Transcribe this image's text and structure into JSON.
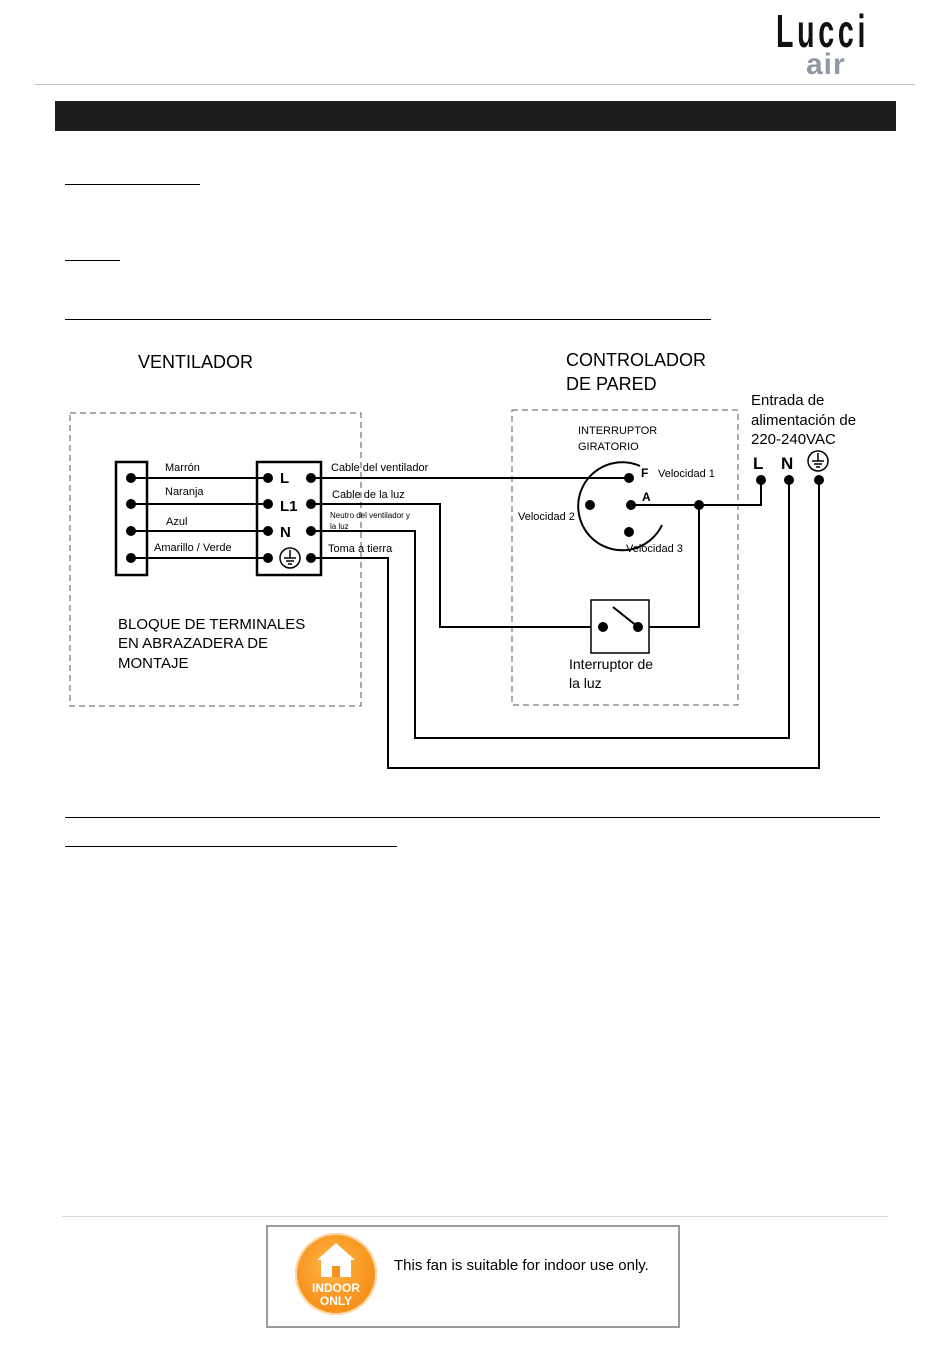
{
  "header": {
    "brand_primary": "Lucci",
    "brand_secondary": "air"
  },
  "diagram": {
    "fan_title": "VENTILADOR",
    "controller_title_line1": "CONTROLADOR",
    "controller_title_line2": "DE PARED",
    "power_in_line1": "Entrada de",
    "power_in_line2": "alimentación de",
    "power_in_line3": "220-240VAC",
    "rotary_switch_line1": "INTERRUPTOR",
    "rotary_switch_line2": "GIRATORIO",
    "wires": {
      "brown": "Marrón",
      "orange": "Naranja",
      "blue": "Azul",
      "yellow_green": "Amarillo / Verde"
    },
    "terminals": {
      "L": "L",
      "L1": "L1",
      "N": "N"
    },
    "cables": {
      "fan": "Cable del ventilador",
      "light": "Cable de la luz",
      "neutral_line1": "Neutro del ventilador y",
      "neutral_line2": "la luz",
      "ground": "Toma a tierra"
    },
    "switch_points": {
      "F": "F",
      "A": "A"
    },
    "speeds": {
      "speed1": "Velocidad 1",
      "speed2": "Velocidad 2",
      "speed3": "Velocidad 3"
    },
    "supply_terminals": {
      "L": "L",
      "N": "N"
    },
    "terminal_block_line1": "BLOQUE DE TERMINALES",
    "terminal_block_line2": "EN ABRAZADERA DE",
    "terminal_block_line3": "MONTAJE",
    "light_switch_line1": "Interruptor de",
    "light_switch_line2": "la luz"
  },
  "notice": {
    "badge_line1": "INDOOR",
    "badge_line2": "ONLY",
    "text": "This fan is suitable for indoor use only."
  },
  "colors": {
    "title_bar": "#1c1c1c",
    "badge": "#f7941d",
    "brand_secondary": "#8e98a8"
  }
}
